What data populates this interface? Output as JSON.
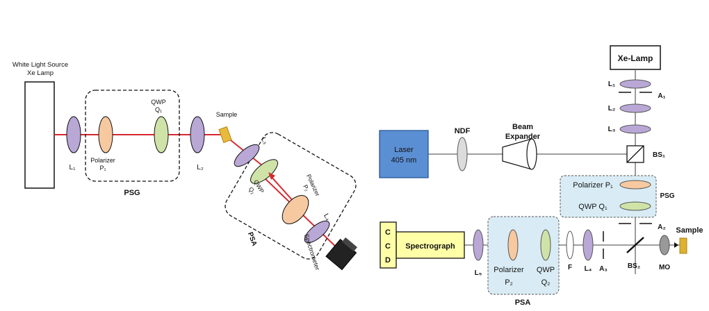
{
  "left": {
    "source_line1": "White Light Source",
    "source_line2": "Xe Lamp",
    "l1": "L₁",
    "l2": "L₂",
    "polarizer_line1": "Polarizer",
    "polarizer_line2": "P₁",
    "qwp_line1": "QWP",
    "qwp_line2": "Q₁",
    "psg": "PSG",
    "sample": "Sample",
    "l3": "L₃",
    "l4": "L₄",
    "qwp2_line1": "QWP",
    "qwp2_line2": "Q₂",
    "polarizer2_line1": "Polarizer",
    "polarizer2_line2": "P₂",
    "psa": "PSA",
    "spectrometer": "Spectrometer",
    "colors": {
      "beam": "#d7282f",
      "lens": "#b9a7d6",
      "polarizer": "#f7c9a0",
      "qwp": "#cfe3a8"
    }
  },
  "right": {
    "xe_lamp": "Xe-Lamp",
    "l1": "L₁",
    "a1": "A₁",
    "l2": "L₂",
    "l3": "L₃",
    "bs1": "BS₁",
    "laser_line1": "Laser",
    "laser_line2": "405 nm",
    "ndf": "NDF",
    "beam_line1": "Beam",
    "beam_line2": "Expander",
    "polarizer_p1": "Polarizer P₁",
    "qwp_q1": "QWP Q₁",
    "psg": "PSG",
    "a2": "A₂",
    "sample": "Sample",
    "ccd_c1": "C",
    "ccd_c2": "C",
    "ccd_d": "D",
    "spectrograph": "Spectrograph",
    "l5": "L₅",
    "polarizer2_line1": "Polarizer",
    "polarizer2_line2": "P₂",
    "qwp2_line1": "QWP",
    "qwp2_line2": "Q₂",
    "psa": "PSA",
    "f": "F",
    "l4": "L₄",
    "a3": "A₃",
    "bs2": "BS₂",
    "mo": "MO",
    "colors": {
      "laser_box": "#5b8fd4",
      "ccd_box": "#ffffa8",
      "panel": "#d9ecf5",
      "sample": "#e0b030"
    }
  }
}
